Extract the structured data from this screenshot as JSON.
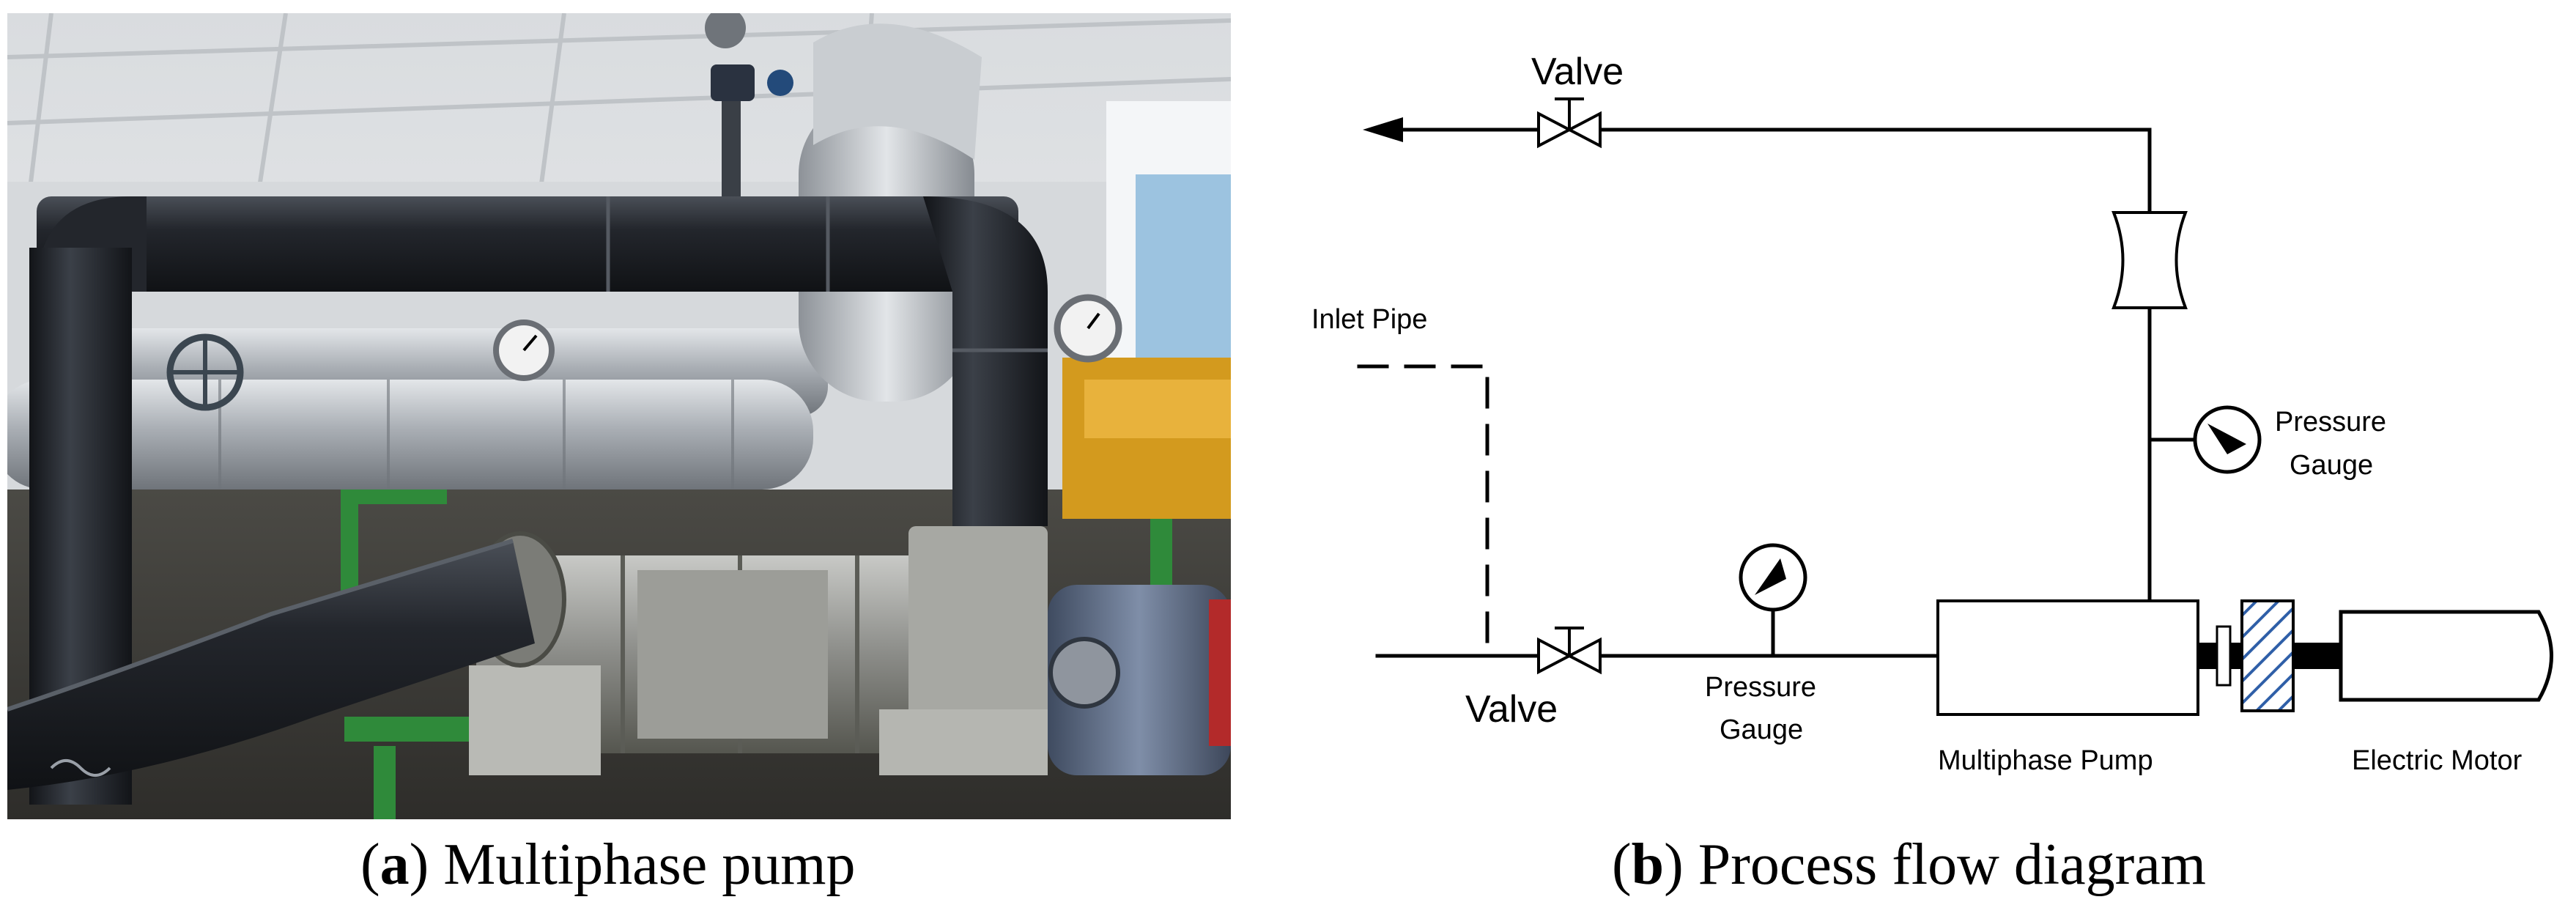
{
  "panel_a": {
    "caption_letter": "a",
    "caption_text": "Multiphase pump"
  },
  "panel_b": {
    "caption_letter": "b",
    "caption_text": "Process flow diagram",
    "labels": {
      "valve_top": "Valve",
      "inlet_pipe": "Inlet Pipe",
      "pressure_gauge_right_1": "Pressure",
      "pressure_gauge_right_2": "Gauge",
      "pressure_gauge_bottom_1": "Pressure",
      "pressure_gauge_bottom_2": "Gauge",
      "valve_bottom": "Valve",
      "multiphase_pump": "Multiphase Pump",
      "electric_motor": "Electric Motor"
    }
  },
  "colors": {
    "pipe_black": "#1c1f24",
    "insulation_silver": "#b9bec4",
    "frame_green": "#2f8a3a",
    "motor_blue": "#5a6a85",
    "ceiling_white": "#e8eaec",
    "coupling_hatch": "#2f5fa8"
  }
}
